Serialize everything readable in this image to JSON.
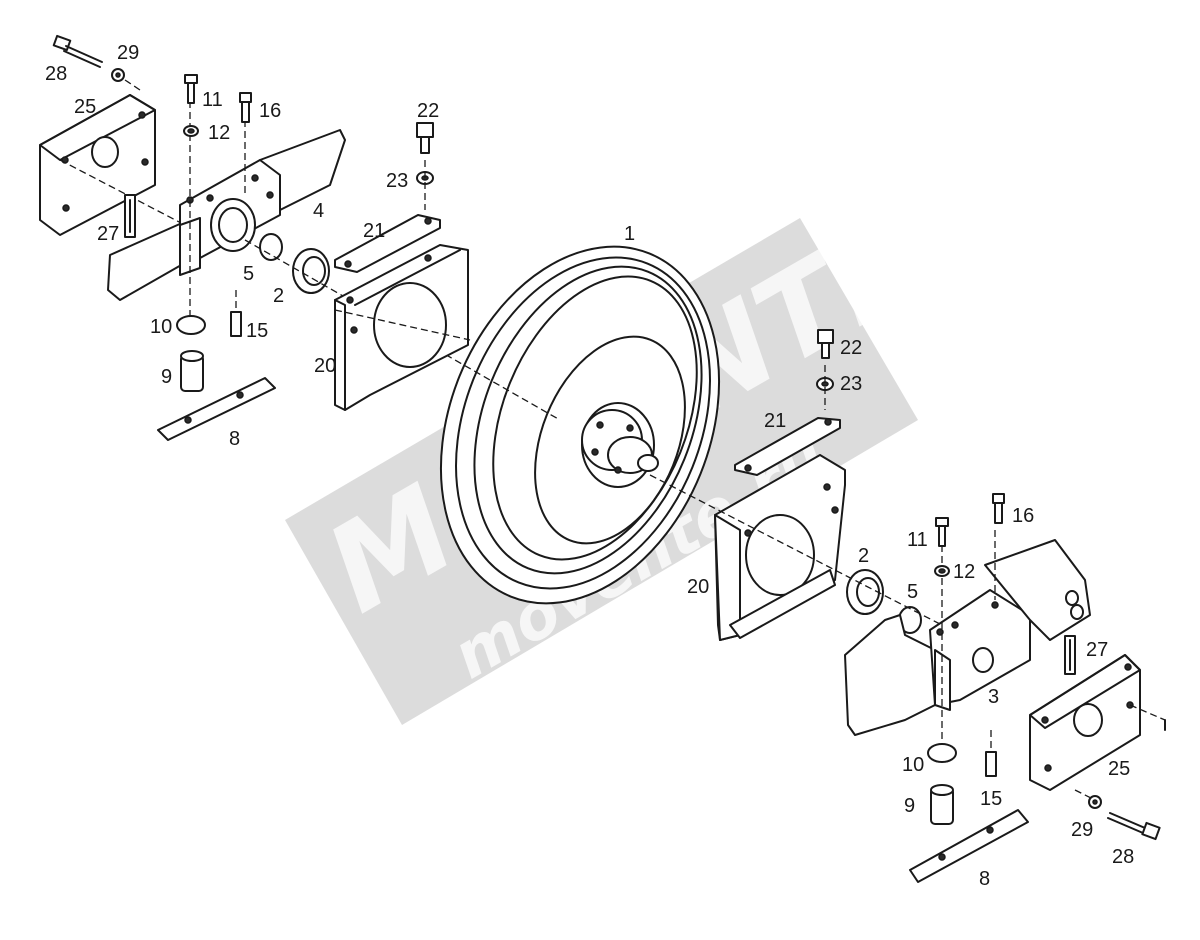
{
  "watermark": {
    "brand": "MOVENTE",
    "site": "movente.ru",
    "color": "#c8d6e8"
  },
  "callouts": {
    "p1": "1",
    "p2a": "2",
    "p2b": "2",
    "p3": "3",
    "p4": "4",
    "p5a": "5",
    "p5b": "5",
    "p8a": "8",
    "p8b": "8",
    "p9a": "9",
    "p9b": "9",
    "p10a": "10",
    "p10b": "10",
    "p11a": "11",
    "p11b": "11",
    "p12a": "12",
    "p12b": "12",
    "p15a": "15",
    "p15b": "15",
    "p16a": "16",
    "p16b": "16",
    "p20a": "20",
    "p20b": "20",
    "p21a": "21",
    "p21b": "21",
    "p22a": "22",
    "p22b": "22",
    "p23a": "23",
    "p23b": "23",
    "p25a": "25",
    "p25b": "25",
    "p27a": "27",
    "p27b": "27",
    "p28a": "28",
    "p28b": "28",
    "p29a": "29",
    "p29b": "29"
  }
}
